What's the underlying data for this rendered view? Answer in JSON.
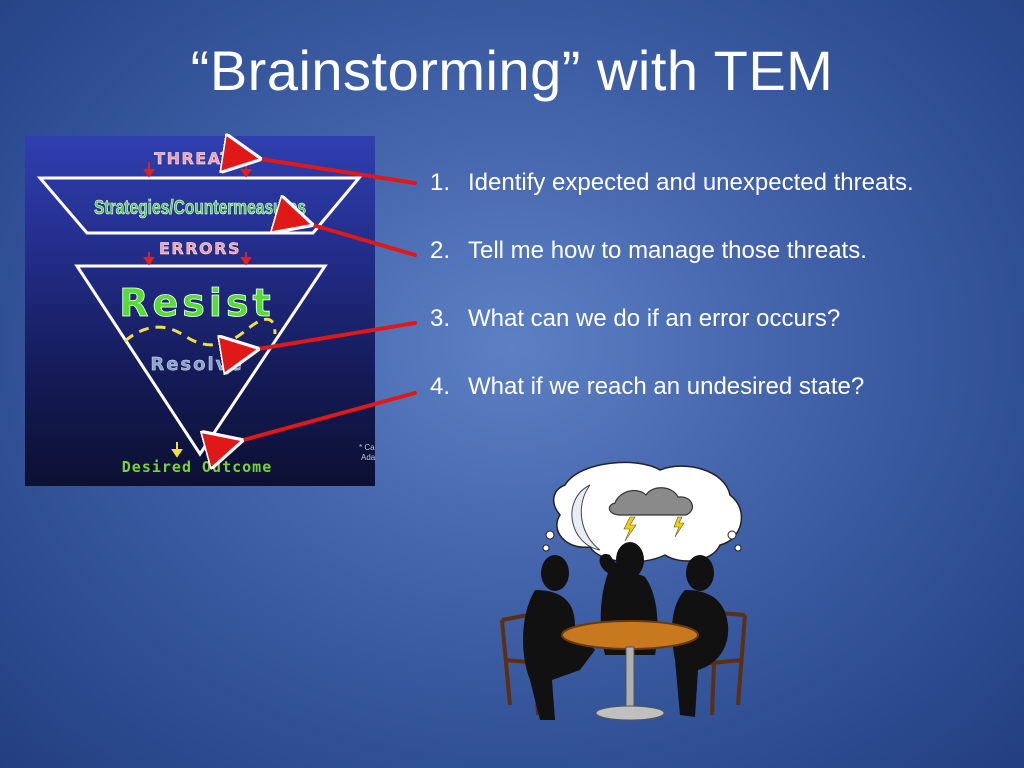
{
  "slide": {
    "title": "“Brainstorming” with TEM"
  },
  "diagram": {
    "threats": "THREATS",
    "strategies": "Strategies/Countermeasures",
    "errors": "ERRORS",
    "resist": "Resist",
    "resolve": "Resolve",
    "desired_outcome": "Desired Outcome",
    "footnote_1": "* Ca",
    "footnote_2": "Ada"
  },
  "list": {
    "items": [
      {
        "number": "1.",
        "text": "Identify expected and unexpected threats."
      },
      {
        "number": "2.",
        "text": "Tell me how to manage those threats."
      },
      {
        "number": "3.",
        "text": "What can we do if an error occurs?"
      },
      {
        "number": "4.",
        "text": "What if we reach an undesired state?"
      }
    ]
  },
  "colors": {
    "arrow": "#e01818",
    "threats_text": "#f2a0b0",
    "strategies_text": "#4fc84f",
    "resist_text": "#55dd33",
    "resolve_text": "#8ca0c8",
    "outcome_text": "#7ad13a",
    "dash": "#f0e040"
  },
  "icons": [
    "threat-arrow-icon",
    "brainstorm-clipart"
  ]
}
